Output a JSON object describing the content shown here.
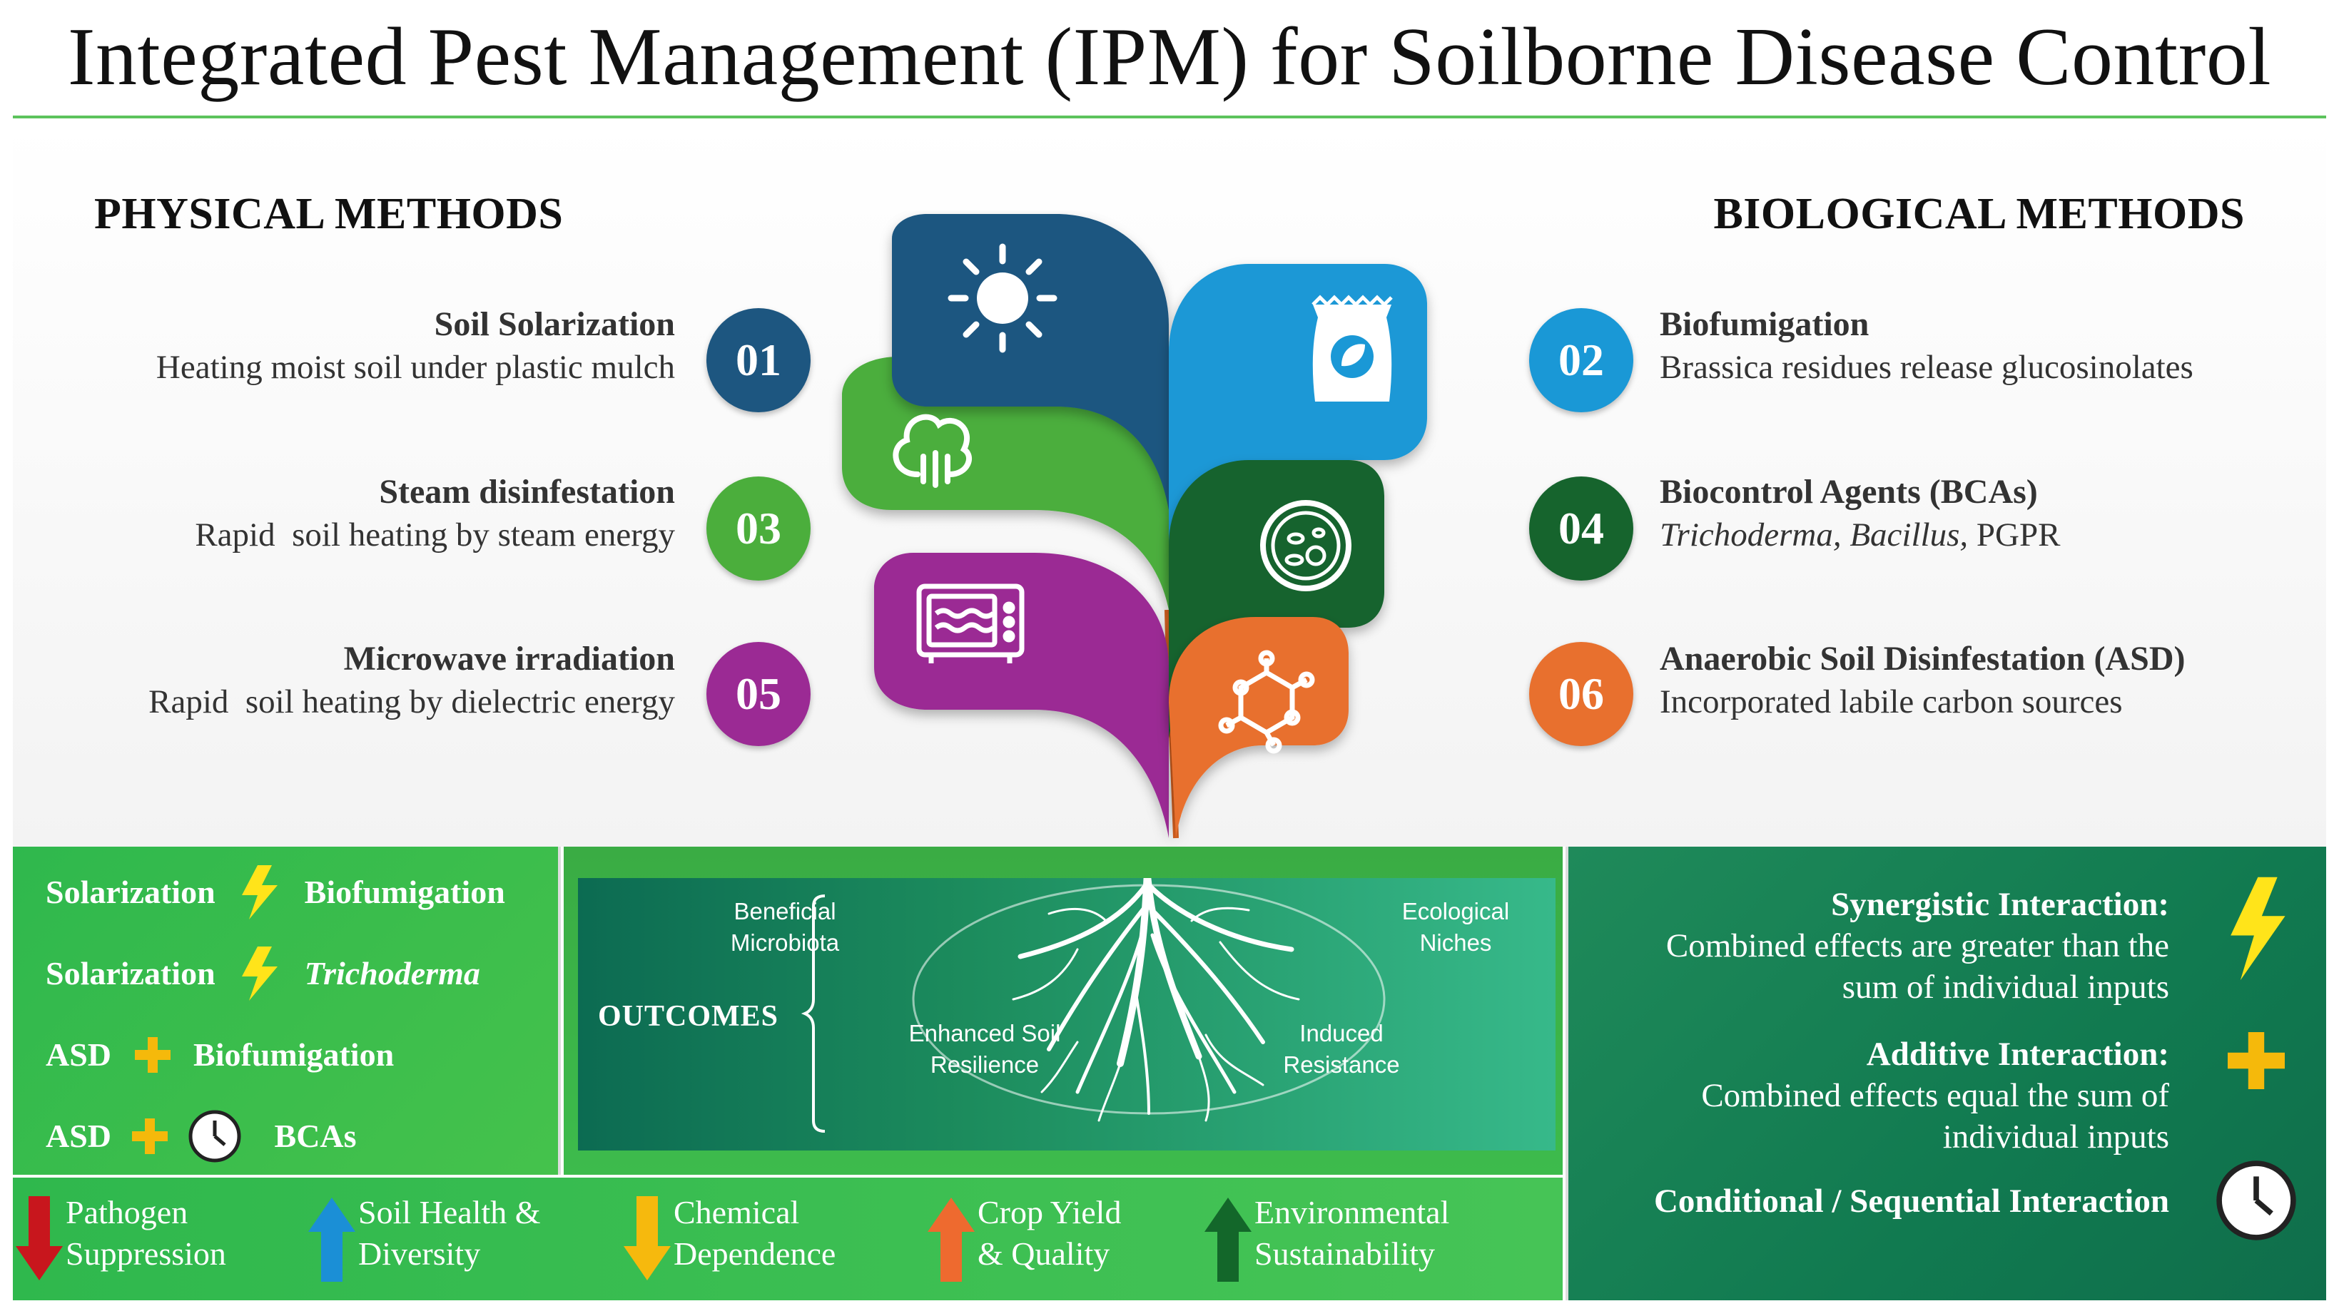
{
  "title": "Integrated Pest Management (IPM) for Soilborne Disease Control",
  "colors": {
    "navy": "#1d5680",
    "blue": "#1a98d6",
    "green": "#4bae3c",
    "dark_green": "#16642d",
    "purple": "#9b2a94",
    "orange": "#e8702e",
    "bolt_yellow": "#ffe41a",
    "plus_orange": "#f5b90b"
  },
  "physical": {
    "heading": "PHYSICAL METHODS",
    "items": [
      {
        "num": "01",
        "title": "Soil Solarization",
        "desc": "Heating moist soil under plastic mulch",
        "icon": "sun-icon"
      },
      {
        "num": "03",
        "title": "Steam disinfestation",
        "desc": "Rapid  soil heating by steam energy",
        "icon": "steam-icon"
      },
      {
        "num": "05",
        "title": "Microwave irradiation",
        "desc": "Rapid  soil heating by dielectric energy",
        "icon": "microwave-icon"
      }
    ]
  },
  "biological": {
    "heading": "BIOLOGICAL METHODS",
    "items": [
      {
        "num": "02",
        "title": "Biofumigation",
        "desc": "Brassica residues release glucosinolates",
        "icon": "fertilizer-bag-icon"
      },
      {
        "num": "04",
        "title": "Biocontrol Agents (BCAs)",
        "desc_italic": "Trichoderma, Bacillus,",
        "desc_rest": " PGPR",
        "icon": "petri-dish-icon"
      },
      {
        "num": "06",
        "title": "Anaerobic Soil Disinfestation (ASD)",
        "desc": "Incorporated labile carbon sources",
        "icon": "molecule-icon"
      }
    ]
  },
  "combinations": [
    {
      "a": "Solarization",
      "op": "bolt",
      "b": "Biofumigation"
    },
    {
      "a": "Solarization",
      "op": "bolt",
      "b": "Trichoderma"
    },
    {
      "a": "ASD",
      "op": "plus",
      "b": "Biofumigation"
    },
    {
      "a": "ASD",
      "op": "plus-clock",
      "b": "BCAs"
    }
  ],
  "outcomes": {
    "label": "OUTCOMES",
    "items": [
      "Beneficial\nMicrobiota",
      "Ecological\nNiches",
      "Enhanced Soil\nResilience",
      "Induced\nResistance"
    ]
  },
  "impacts": [
    {
      "l1": "Pathogen",
      "l2": "Suppression",
      "dir": "down",
      "color": "#c8161d"
    },
    {
      "l1": "Soil Health &",
      "l2": "Diversity",
      "dir": "up",
      "color": "#1b8fd6"
    },
    {
      "l1": "Chemical",
      "l2": "Dependence",
      "dir": "down",
      "color": "#f6b90d"
    },
    {
      "l1": "Crop Yield",
      "l2": "& Quality",
      "dir": "up",
      "color": "#ee6a2f"
    },
    {
      "l1": "Environmental",
      "l2": "Sustainability",
      "dir": "up",
      "color": "#13672a"
    }
  ],
  "interactions": [
    {
      "title": "Synergistic Interaction:",
      "d1": "Combined effects are greater than the",
      "d2": "sum of individual inputs",
      "icon": "lightning-icon"
    },
    {
      "title": "Additive Interaction:",
      "d1": "Combined effects equal the sum of",
      "d2": "individual inputs",
      "icon": "plus-icon"
    },
    {
      "title": "Conditional / Sequential Interaction",
      "icon": "clock-icon"
    }
  ]
}
